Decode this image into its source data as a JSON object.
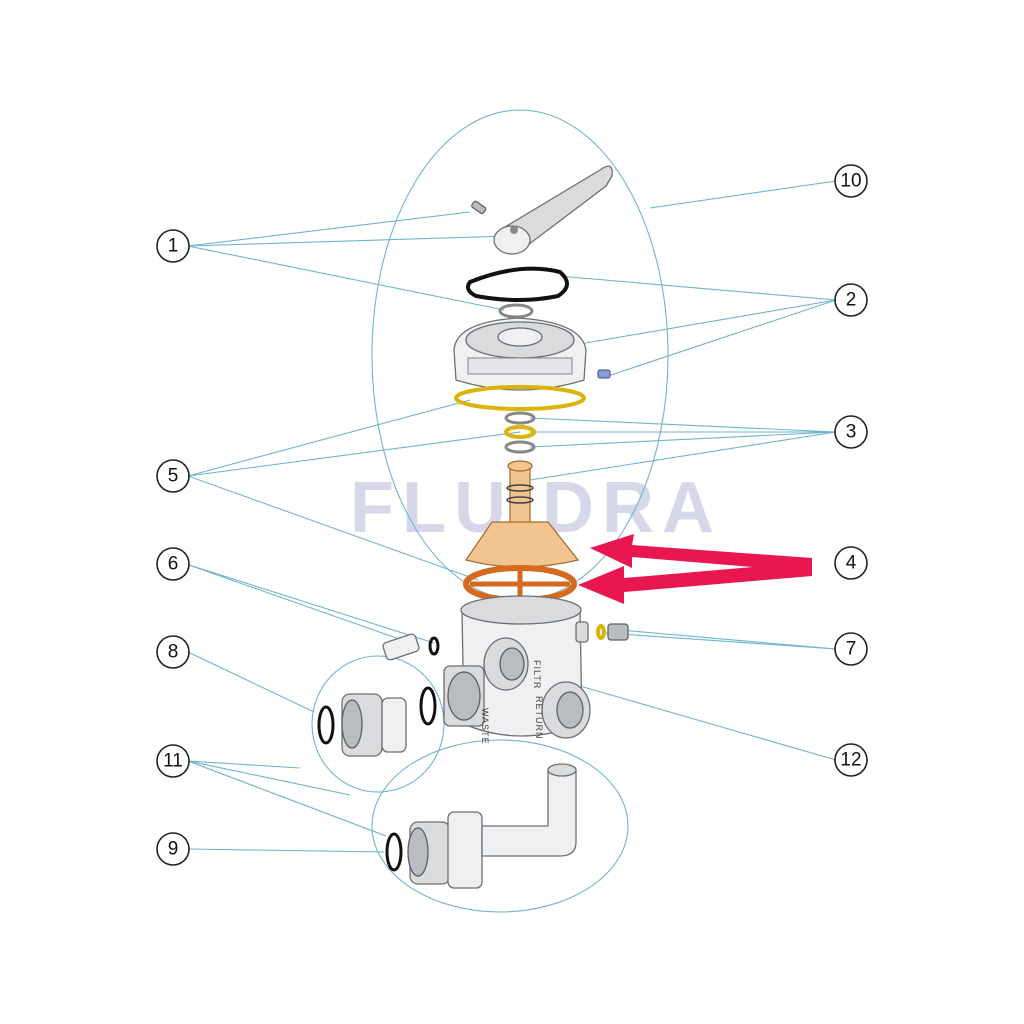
{
  "watermark": "FLUIDRA",
  "callouts": [
    {
      "id": "1",
      "label": "1"
    },
    {
      "id": "2",
      "label": "2"
    },
    {
      "id": "3",
      "label": "3"
    },
    {
      "id": "4",
      "label": "4"
    },
    {
      "id": "5",
      "label": "5"
    },
    {
      "id": "6",
      "label": "6"
    },
    {
      "id": "7",
      "label": "7"
    },
    {
      "id": "8",
      "label": "8"
    },
    {
      "id": "9",
      "label": "9"
    },
    {
      "id": "10",
      "label": "10"
    },
    {
      "id": "11",
      "label": "11"
    },
    {
      "id": "12",
      "label": "12"
    }
  ],
  "body_labels": {
    "port_top": "FILTR",
    "port_return": "RETURN",
    "port_left": "WASTE"
  },
  "colors": {
    "leader": "#6fb3cf",
    "highlight_arrow": "#e8174f",
    "gasket_orange": "#d56a1f",
    "rotor_tan": "#f2c48f"
  }
}
